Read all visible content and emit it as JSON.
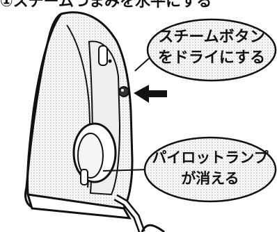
{
  "caption": "①スチームつまみを水平にする",
  "callouts": {
    "steam_button": {
      "line1": "スチームボタン",
      "line2": "をドライにする"
    },
    "pilot_lamp": {
      "line1": "パイロットランプ",
      "line2": "が消える"
    }
  },
  "colors": {
    "ink": "#111111",
    "paper": "#ffffff",
    "shade": "#d9d9d9"
  },
  "icons": {
    "arrow": "left-arrow-icon"
  }
}
